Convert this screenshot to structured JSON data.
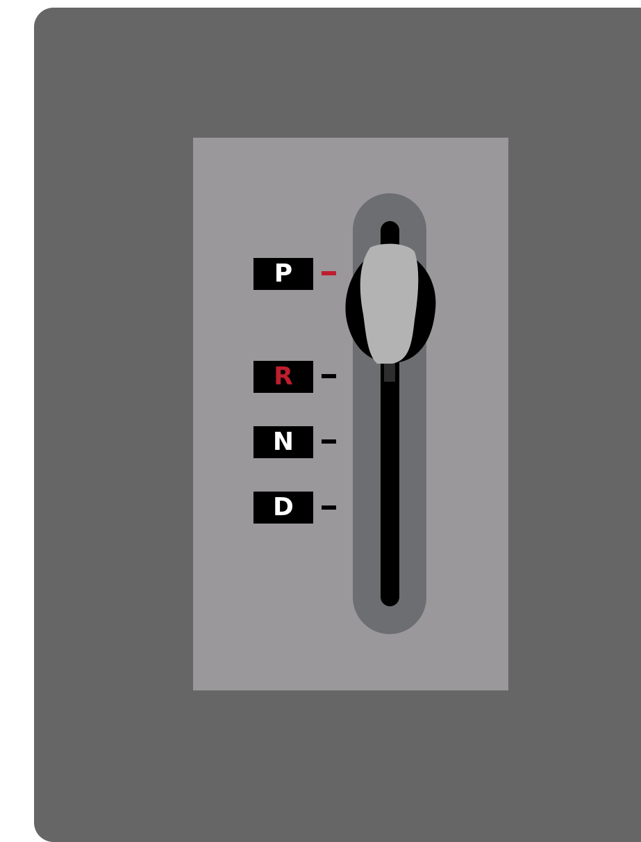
{
  "shifter": {
    "gears": [
      "P",
      "R",
      "N",
      "D"
    ],
    "selected_gear": "P",
    "highlighted_label": "R"
  },
  "colors": {
    "console": "#666666",
    "plate": "#9a989a",
    "gate": "#6d6e71",
    "label_background": "#000000",
    "label_text": "#ffffff",
    "accent_red": "#be1e2d",
    "knob_face": "#b3b3b3"
  },
  "icons": {
    "knob": "shift-knob-icon"
  }
}
